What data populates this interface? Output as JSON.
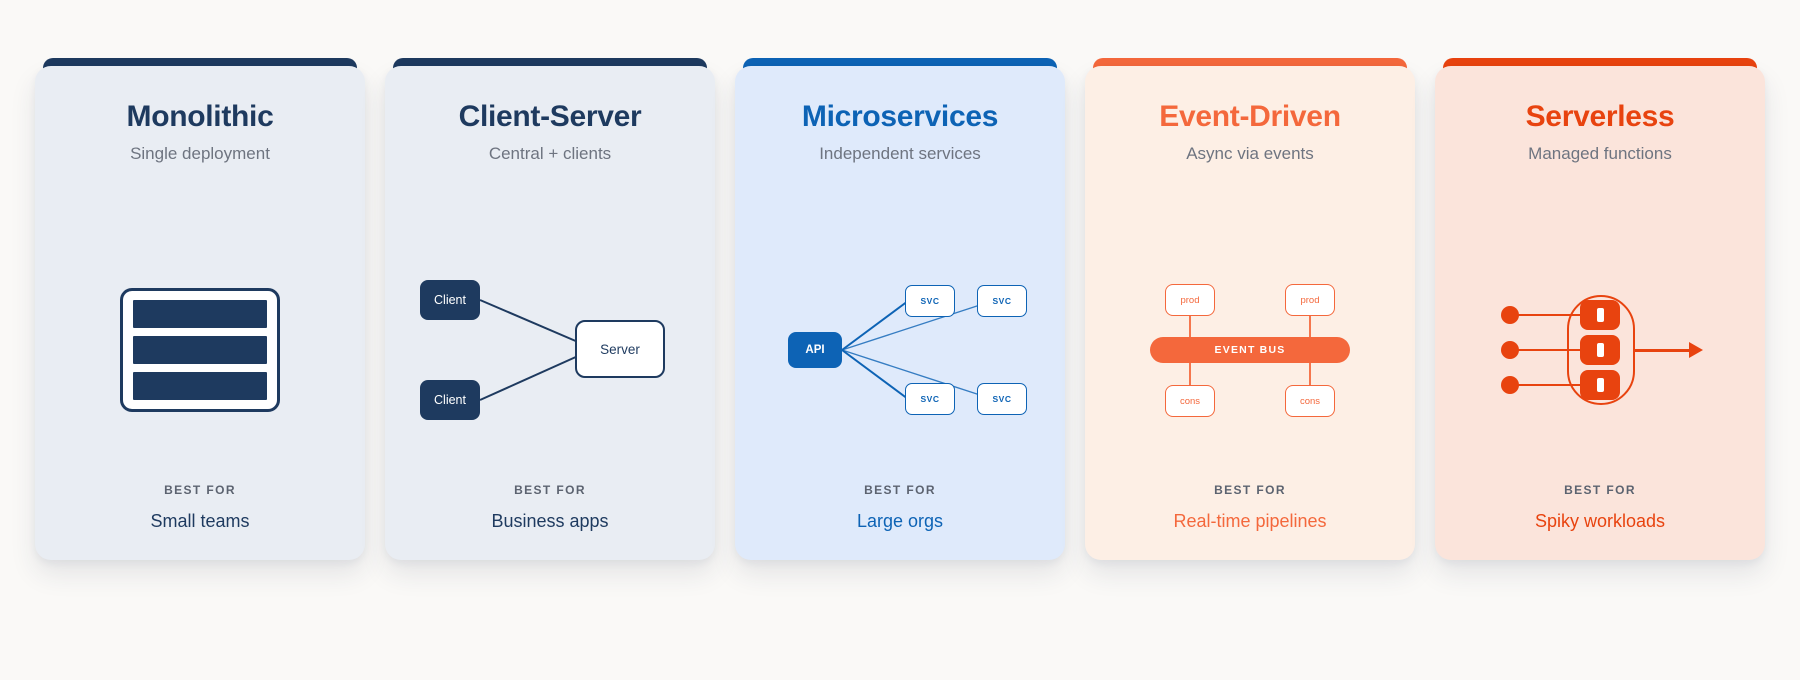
{
  "page": {
    "background": "#faf9f7"
  },
  "shared": {
    "best_for_label": "BEST FOR"
  },
  "cards": [
    {
      "title": "Monolithic",
      "subtitle": "Single deployment",
      "best_for": "Small teams",
      "accent": "#1e3a5f",
      "bg": "#e9edf3"
    },
    {
      "title": "Client-Server",
      "subtitle": "Central + clients",
      "best_for": "Business apps",
      "accent": "#1e3a5f",
      "bg": "#e9edf3",
      "diagram": {
        "client": "Client",
        "server": "Server"
      }
    },
    {
      "title": "Microservices",
      "subtitle": "Independent services",
      "best_for": "Large orgs",
      "accent": "#0d63b5",
      "bg": "#dfeafb",
      "diagram": {
        "api": "API",
        "svc": "SVC"
      }
    },
    {
      "title": "Event-Driven",
      "subtitle": "Async via events",
      "best_for": "Real-time pipelines",
      "accent": "#f4683c",
      "bg": "#fdefe5",
      "diagram": {
        "producer": "prod",
        "bus": "EVENT BUS",
        "consumer": "cons"
      }
    },
    {
      "title": "Serverless",
      "subtitle": "Managed functions",
      "best_for": "Spiky workloads",
      "accent": "#e8430f",
      "bg": "#fbe4db"
    }
  ]
}
